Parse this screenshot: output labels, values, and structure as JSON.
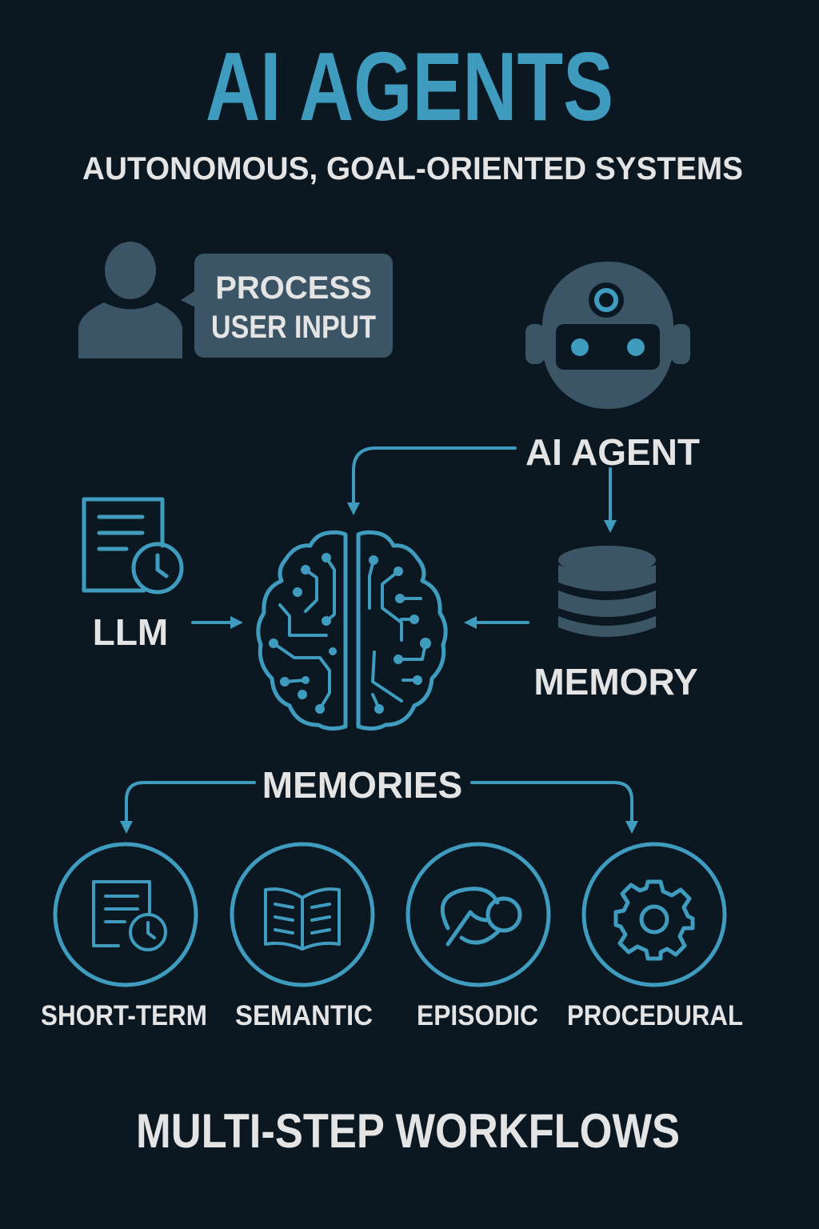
{
  "title": "AI AGENTS",
  "subtitle": "AUTONOMOUS, GOAL-ORIENTED SYSTEMS",
  "user_bubble": {
    "line1": "PROCESS",
    "line2": "USER INPUT"
  },
  "agent_label": "AI AGENT",
  "llm_label": "LLM",
  "memory_label": "MEMORY",
  "memories_label": "MEMORIES",
  "memory_types": [
    {
      "label": "SHORT-TERM",
      "icon": "document-clock-icon"
    },
    {
      "label": "SEMANTIC",
      "icon": "open-book-icon"
    },
    {
      "label": "EPISODIC",
      "icon": "episodic-icon"
    },
    {
      "label": "PROCEDURAL",
      "icon": "gear-icon"
    }
  ],
  "footer": "MULTI-STEP WORKFLOWS",
  "colors": {
    "background": "#0b1822",
    "accent": "#3f9cbf",
    "slate": "#3b5566",
    "text": "#e4e4e4"
  }
}
